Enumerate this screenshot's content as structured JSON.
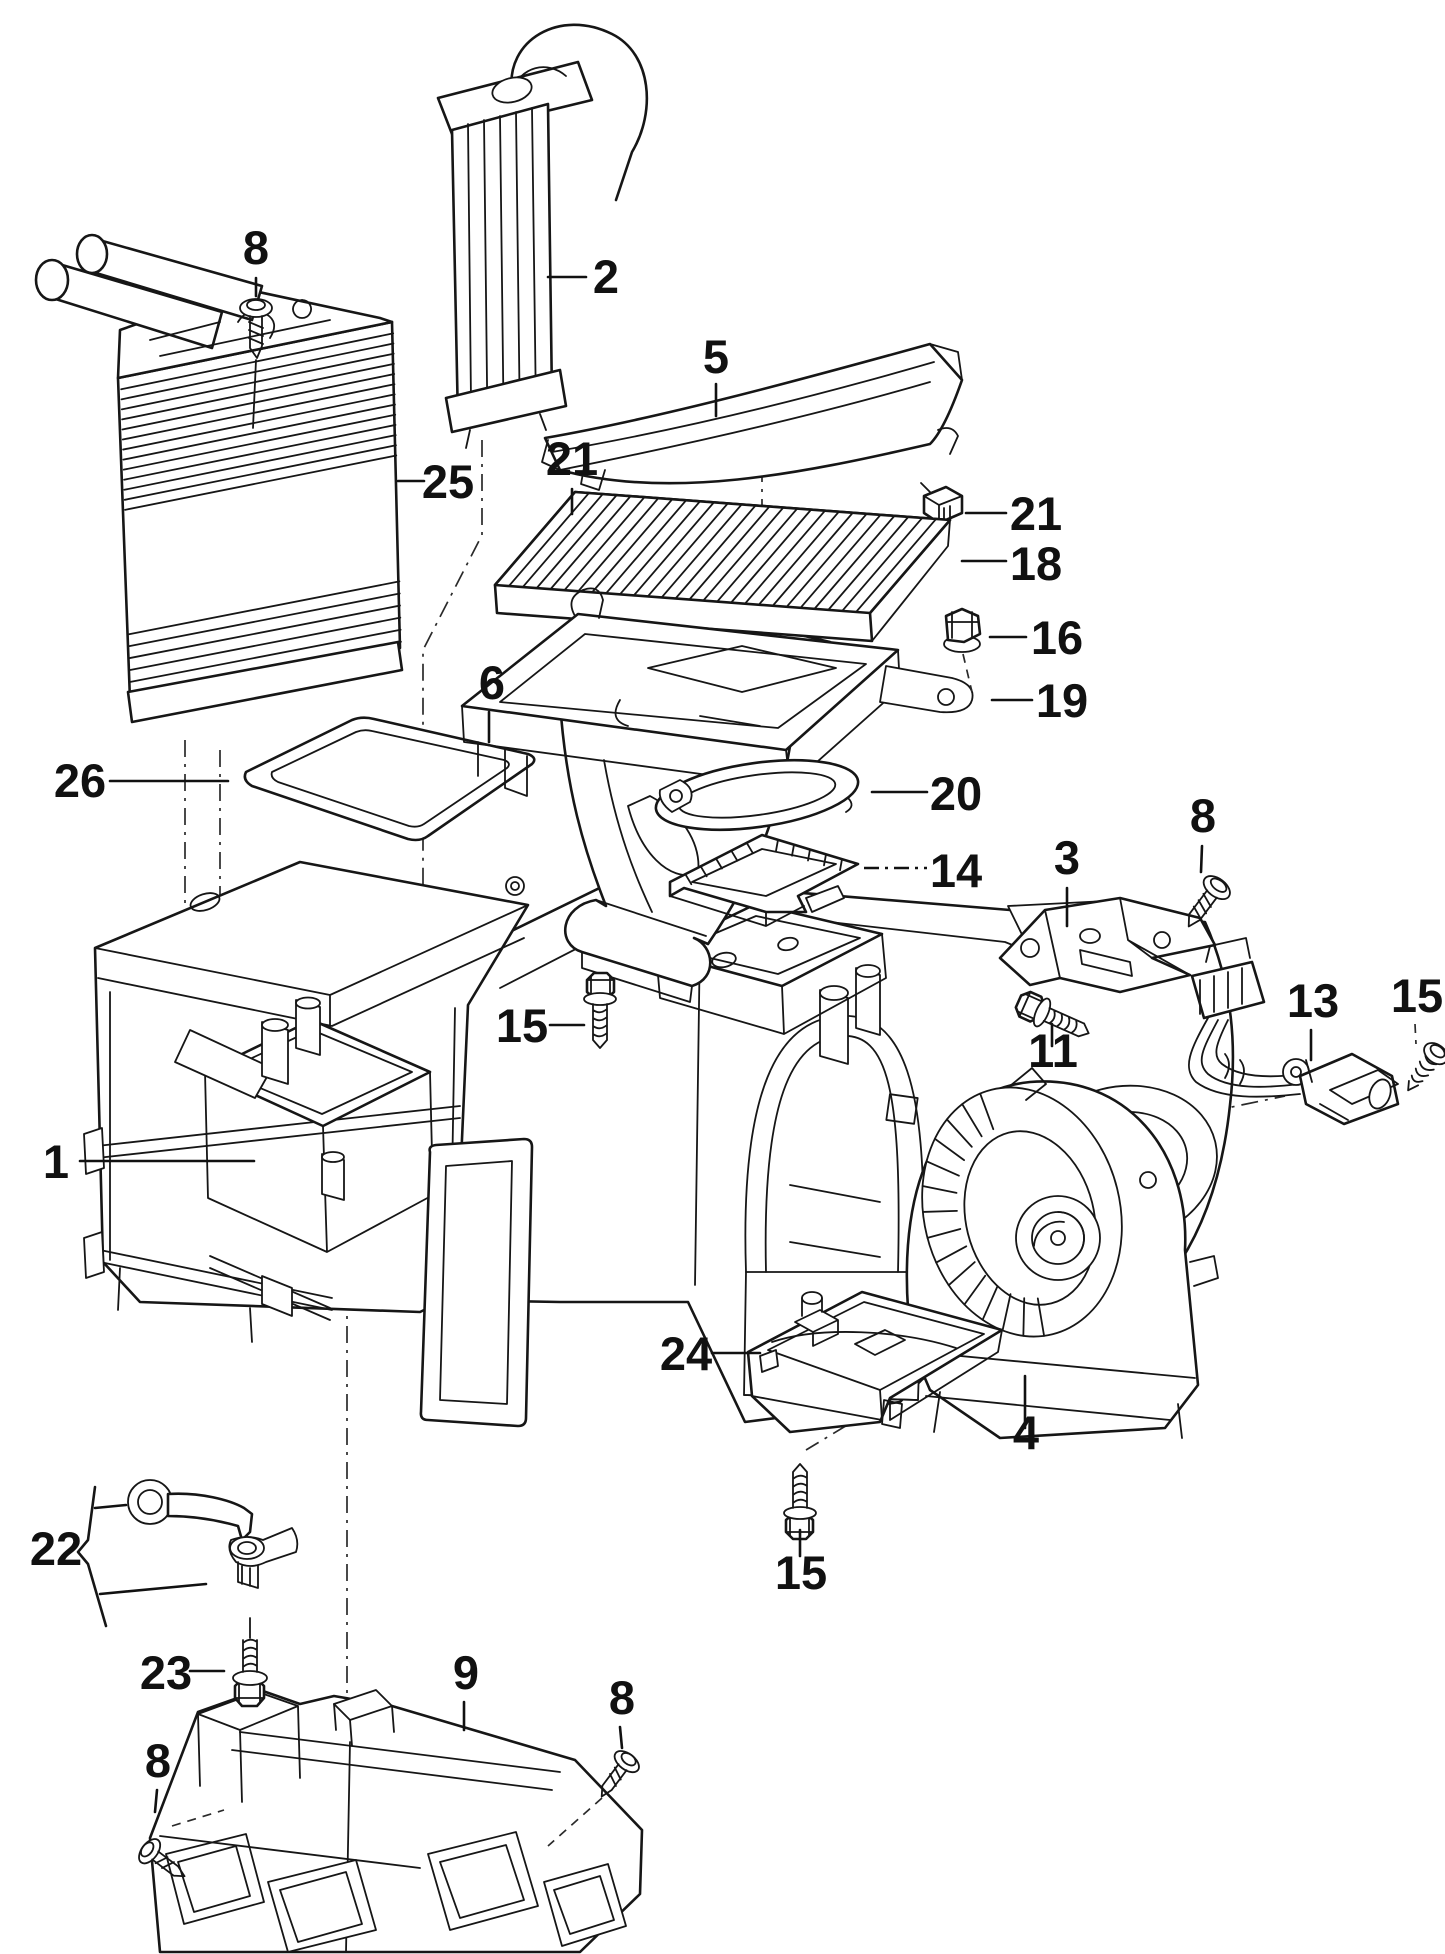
{
  "figure": {
    "kind": "exploded-parts-diagram",
    "subject": "heater / air-conditioner unit with blower and cabin filter",
    "background_color": "#ffffff",
    "line_color": "#161616"
  },
  "callouts": {
    "c1": "1",
    "c2": "2",
    "c3": "3",
    "c4": "4",
    "c5": "5",
    "c6": "6",
    "c8a": "8",
    "c8b": "8",
    "c8c": "8",
    "c8d": "8",
    "c9": "9",
    "c11": "11",
    "c13": "13",
    "c14": "14",
    "c15a": "15",
    "c15b": "15",
    "c15c": "15",
    "c16": "16",
    "c18": "18",
    "c19": "19",
    "c20": "20",
    "c21a": "21",
    "c21b": "21",
    "c22": "22",
    "c23": "23",
    "c24": "24",
    "c25": "25",
    "c26": "26"
  }
}
